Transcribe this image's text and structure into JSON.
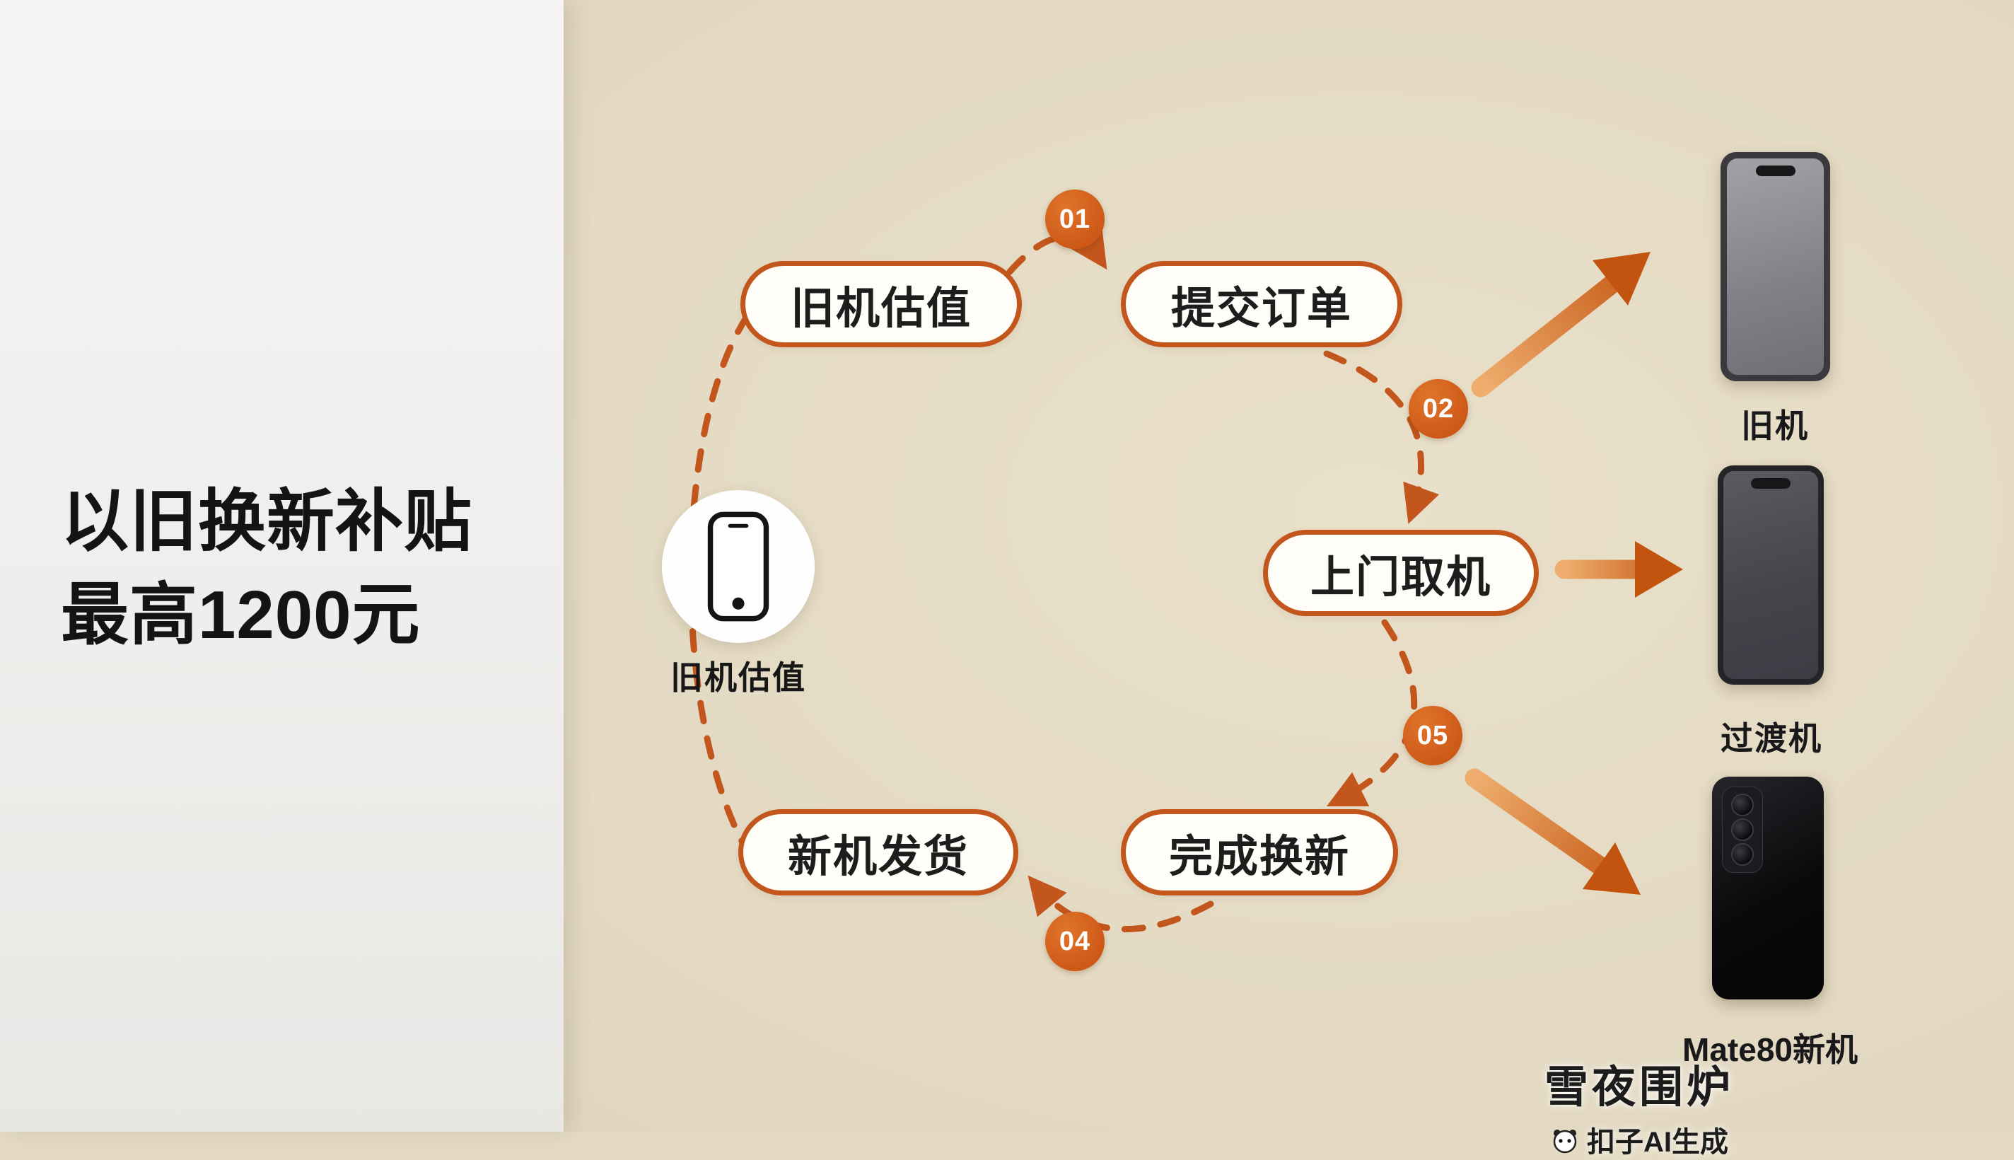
{
  "left_panel": {
    "title_line1": "以旧换新补贴",
    "title_line2": "最高1200元"
  },
  "flow": {
    "steps": [
      {
        "label": "旧机估值"
      },
      {
        "label": "提交订单"
      },
      {
        "label": "上门取机"
      },
      {
        "label": "完成换新"
      },
      {
        "label": "新机发货"
      }
    ],
    "badges": [
      {
        "label": "01"
      },
      {
        "label": "02"
      },
      {
        "label": "05"
      },
      {
        "label": "04"
      }
    ],
    "center_icon": "phone-outline-icon",
    "center_icon_label": "旧机估值"
  },
  "phones": [
    {
      "label": "旧机"
    },
    {
      "label": "过渡机"
    },
    {
      "label": "Mate80新机"
    }
  ],
  "watermark": {
    "title": "雪夜围炉",
    "subtitle": "扣子AI生成"
  },
  "colors": {
    "accent_orange": "#c2561c",
    "badge_orange": "#c64e10",
    "left_bg": "#efeeec",
    "right_bg": "#e3d9c2"
  }
}
